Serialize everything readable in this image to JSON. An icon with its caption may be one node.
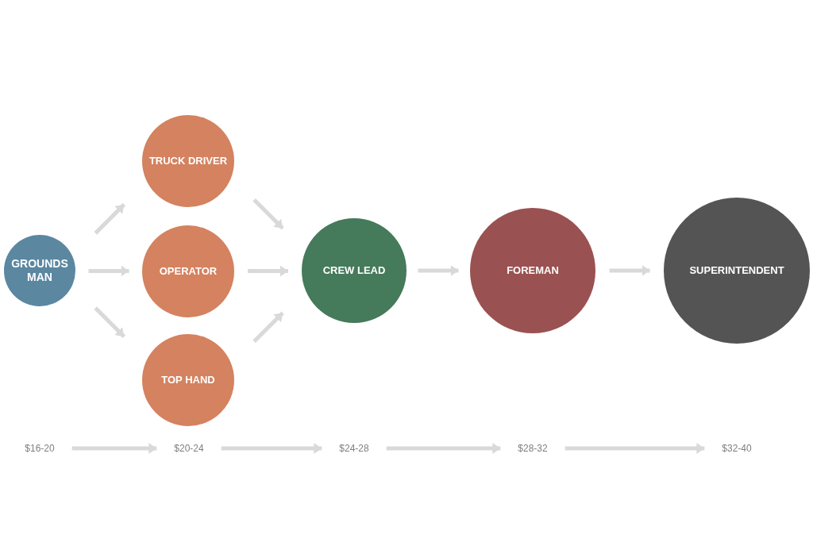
{
  "diagram": {
    "nodes": [
      {
        "text": [
          "GROUNDS MAN"
        ]
      },
      {
        "text": [
          "TRUCK DRIVER"
        ]
      },
      {
        "text": [
          "OPERATOR"
        ]
      },
      {
        "text": [
          "TOP HAND"
        ]
      },
      {
        "text": [
          "CREW LEAD"
        ]
      },
      {
        "text": [
          "FOREMAN"
        ]
      },
      {
        "text": [
          "SUPERINTENDENT"
        ]
      },
      {
        "text": [
          "$16-20"
        ]
      },
      {
        "text": [
          "$20-24"
        ]
      },
      {
        "text": [
          "$24-28"
        ]
      },
      {
        "text": [
          "$28-32"
        ]
      },
      {
        "text": [
          "$32-40"
        ]
      }
    ],
    "edges": [
      {
        "from": 0,
        "to": 1,
        "arrow": "to"
      },
      {
        "from": 0,
        "to": 2,
        "arrow": "to"
      },
      {
        "from": 0,
        "to": 3,
        "arrow": "to"
      },
      {
        "from": 1,
        "to": 4,
        "arrow": "to"
      },
      {
        "from": 2,
        "to": 4,
        "arrow": "to"
      },
      {
        "from": 3,
        "to": 4,
        "arrow": "to"
      },
      {
        "from": 4,
        "to": 5,
        "arrow": "to"
      },
      {
        "from": 5,
        "to": 6,
        "arrow": "to"
      },
      {
        "from": 7,
        "to": 8,
        "arrow": "to"
      },
      {
        "from": 8,
        "to": 9,
        "arrow": "to"
      },
      {
        "from": 9,
        "to": 10,
        "arrow": "to"
      },
      {
        "from": 10,
        "to": 11,
        "arrow": "to"
      }
    ]
  }
}
